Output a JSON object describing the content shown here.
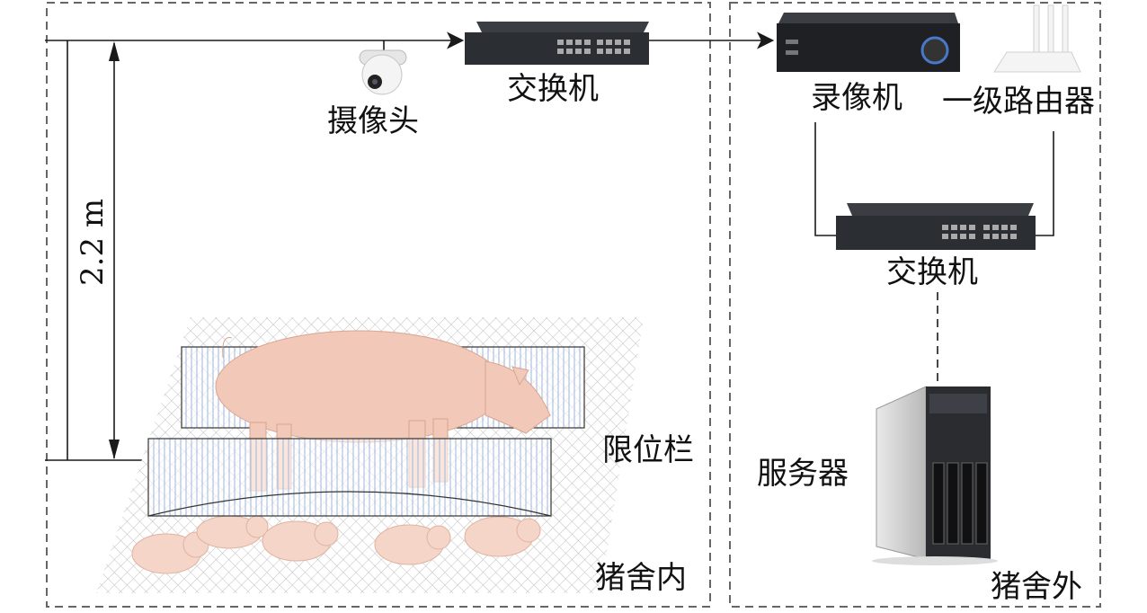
{
  "inside": {
    "zone_label": "猪舍内",
    "camera_label": "摄像头",
    "switch_label": "交换机",
    "crate_label": "限位栏",
    "height_label": "2.2 m"
  },
  "outside": {
    "zone_label": "猪舍外",
    "recorder_label": "录像机",
    "router_label": "一级路由器",
    "switch_label": "交换机",
    "server_label": "服务器"
  },
  "colors": {
    "line": "#1a1a1a",
    "dashed_border": "#666666",
    "device_body": "#2b2e33",
    "pig": "#f2c9b8"
  }
}
